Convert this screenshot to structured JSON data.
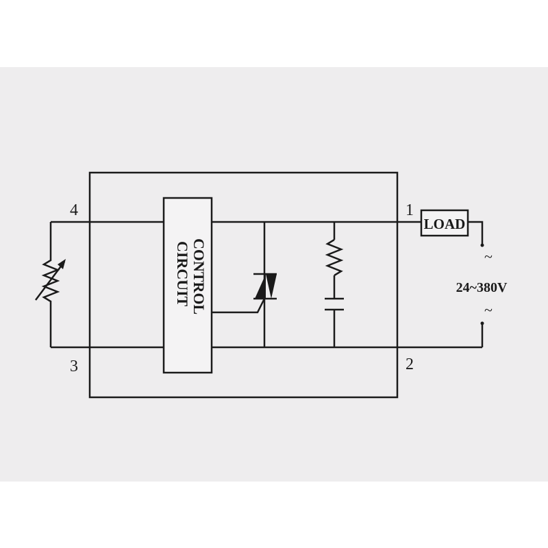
{
  "terminals": {
    "t1": "1",
    "t2": "2",
    "t3": "3",
    "t4": "4"
  },
  "control_block": {
    "line1": "CONTROL",
    "line2": "CIRCUIT"
  },
  "load_label": "LOAD",
  "ac_source": {
    "voltage": "24~380V",
    "tilde_top": "~",
    "tilde_bottom": "~"
  },
  "components": {
    "variable_resistor": "variable-resistor-icon",
    "triac": "triac-icon",
    "resistor": "resistor-icon",
    "capacitor": "capacitor-icon"
  },
  "colors": {
    "line": "#1a1a1a",
    "panel": "#eeedee"
  }
}
